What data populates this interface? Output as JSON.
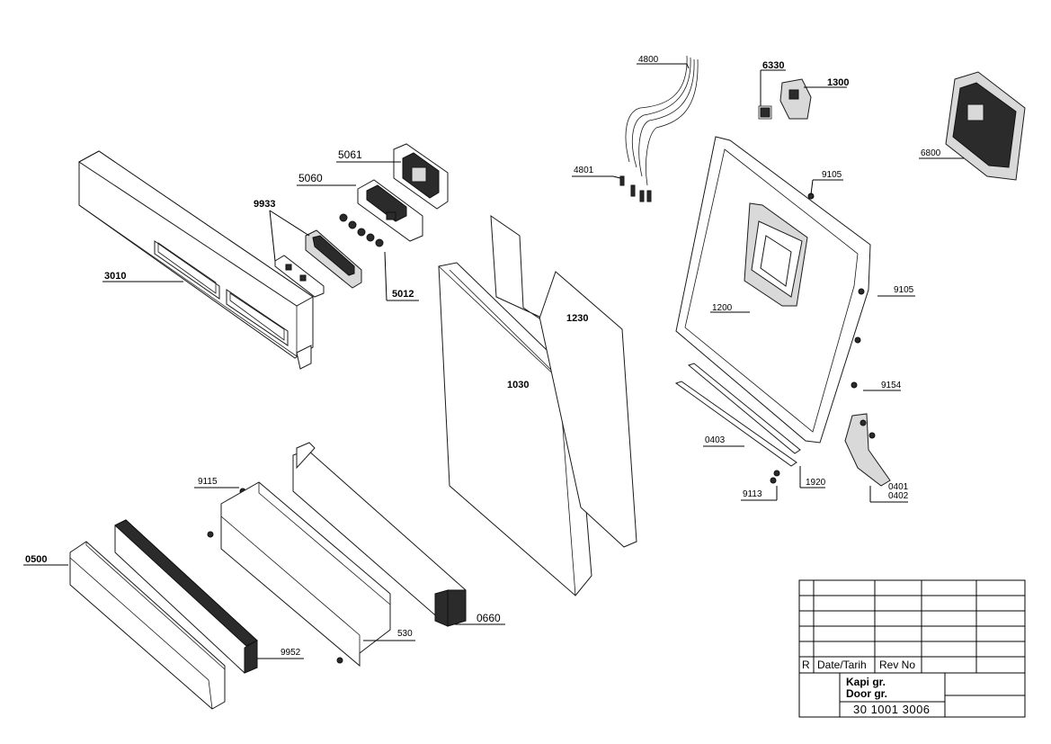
{
  "callouts": {
    "c4800": "4800",
    "c4801": "4801",
    "c6330": "6330",
    "c1300": "1300",
    "c6800": "6800",
    "c5061": "5061",
    "c5060": "5060",
    "c9933": "9933",
    "c5012": "5012",
    "c3010": "3010",
    "c1230": "1230",
    "c1030": "1030",
    "c1200": "1200",
    "c9105a": "9105",
    "c9105b": "9105",
    "c9154": "9154",
    "c0403": "0403",
    "c9113": "9113",
    "c1920": "1920",
    "c0401": "0401",
    "c0402": "0402",
    "c9115": "9115",
    "c0500": "0500",
    "c530": "530",
    "c0660": "0660",
    "c9952": "9952"
  },
  "title_block": {
    "r_label": "R",
    "date_label": "Date/Tarih",
    "rev_label": "Rev No",
    "title_tr": "Kapi gr.",
    "title_en": "Door gr.",
    "drawing_number": "30 1001 3006"
  }
}
